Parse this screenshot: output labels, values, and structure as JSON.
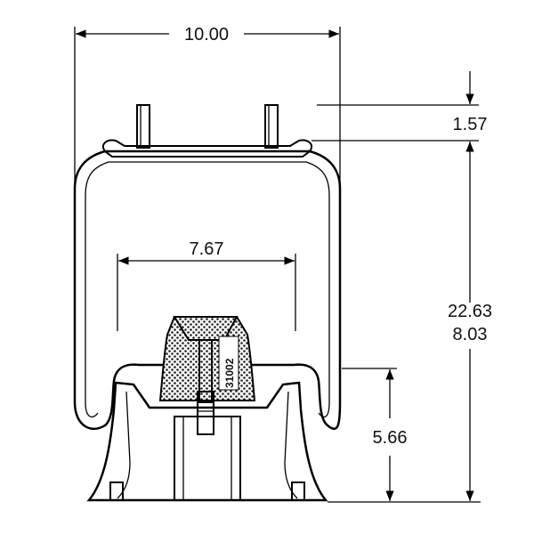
{
  "dimensions": {
    "overall_width": "10.00",
    "stud_height": "1.57",
    "piston_width": "7.67",
    "max_height": "22.63",
    "min_height": "8.03",
    "piston_height": "5.66"
  },
  "piston_label": "31002",
  "colors": {
    "line": "#000000",
    "background": "#ffffff",
    "fill_dark": "#222222"
  }
}
